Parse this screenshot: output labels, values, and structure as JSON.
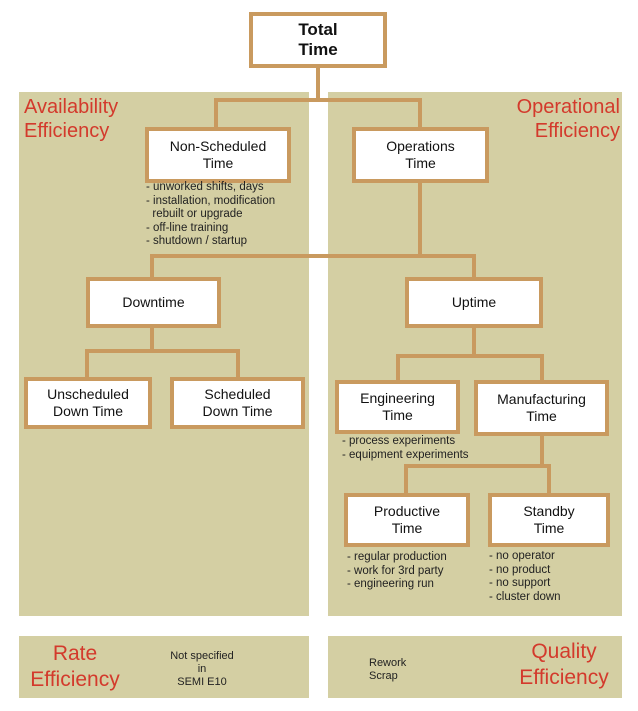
{
  "boxes": {
    "total_time": "Total\nTime",
    "non_scheduled_time": "Non-Scheduled\nTime",
    "operations_time": "Operations\nTime",
    "downtime": "Downtime",
    "uptime": "Uptime",
    "unscheduled_down_time": "Unscheduled\nDown Time",
    "scheduled_down_time": "Scheduled\nDown Time",
    "engineering_time": "Engineering\nTime",
    "manufacturing_time": "Manufacturing\nTime",
    "productive_time": "Productive\nTime",
    "standby_time": "Standby\nTime"
  },
  "labels": {
    "availability_efficiency": "Availability\nEfficiency",
    "operational_efficiency": "Operational\nEfficiency",
    "rate_efficiency": "Rate\nEfficiency",
    "quality_efficiency": "Quality\nEfficiency"
  },
  "notes": {
    "non_scheduled": [
      "- unworked shifts, days",
      "- installation, modification",
      "  rebuilt or upgrade",
      "- off-line training",
      "- shutdown / startup"
    ],
    "engineering": [
      "- process experiments",
      "- equipment experiments"
    ],
    "productive": [
      "- regular production",
      "- work for 3rd party",
      "- engineering run"
    ],
    "standby": [
      "- no operator",
      "- no product",
      "- no support",
      "- cluster down"
    ]
  },
  "bottom": {
    "rate_note": "Not specified\nin\nSEMI E10",
    "quality_note": "Rework\nScrap"
  },
  "colors": {
    "panel": "#d4cfa3",
    "box_border": "#c99a5f",
    "label_red": "#d33a2c"
  }
}
